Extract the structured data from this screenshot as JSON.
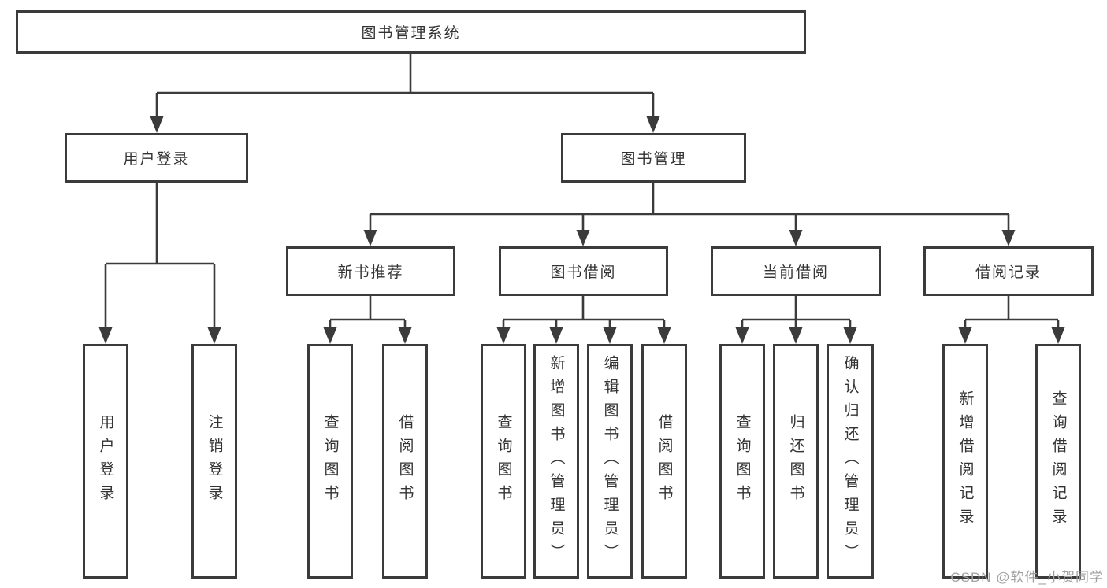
{
  "tree": {
    "root": {
      "label": "图书管理系统",
      "children": [
        {
          "label": "用户登录",
          "children": [
            {
              "label": "用户登录"
            },
            {
              "label": "注销登录"
            }
          ]
        },
        {
          "label": "图书管理",
          "children": [
            {
              "label": "新书推荐",
              "children": [
                {
                  "label": "查询图书"
                },
                {
                  "label": "借阅图书"
                }
              ]
            },
            {
              "label": "图书借阅",
              "children": [
                {
                  "label": "查询图书"
                },
                {
                  "label": "新增图书（管理员）"
                },
                {
                  "label": "编辑图书（管理员）"
                },
                {
                  "label": "借阅图书"
                }
              ]
            },
            {
              "label": "当前借阅",
              "children": [
                {
                  "label": "查询图书"
                },
                {
                  "label": "归还图书"
                },
                {
                  "label": "确认归还（管理员）"
                }
              ]
            },
            {
              "label": "借阅记录",
              "children": [
                {
                  "label": "新增借阅记录"
                },
                {
                  "label": "查询借阅记录"
                }
              ]
            }
          ]
        }
      ]
    }
  },
  "watermark": "CSDN @软件_小贺同学",
  "colors": {
    "line": "#3b3b3b",
    "text": "#333333",
    "watermark": "#a0a0a0",
    "bg": "#ffffff"
  }
}
